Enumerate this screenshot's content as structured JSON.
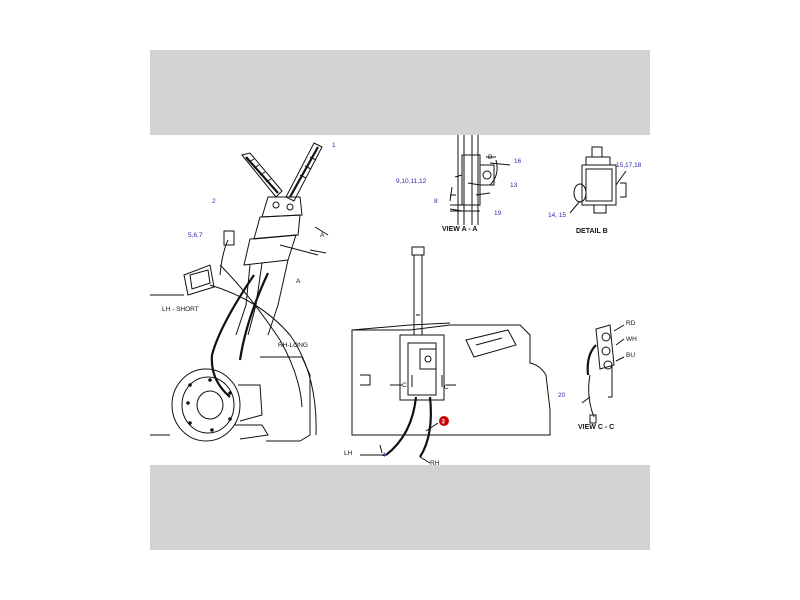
{
  "colors": {
    "band": "#d3d3d3",
    "callout_text": "#2a2aa8",
    "highlight_callout": "#cc0000"
  },
  "labels": {
    "lh_short": "LH - SHORT",
    "rh_long": "RH-LONG",
    "arrow_a1": "A",
    "arrow_a2": "A",
    "arrow_b": "B",
    "section_c1": "C",
    "section_c2": "C",
    "lh": "LH",
    "rh": "RH",
    "rd": "RD",
    "wh": "WH",
    "bu": "BU"
  },
  "views": {
    "view_aa": "VIEW  A - A",
    "detail_b": "DETAIL  B",
    "view_cc": "VIEW  C - C"
  },
  "callouts": {
    "c1": "1",
    "c2": "2",
    "c567": "5,6,7",
    "c9101112": "9,10,11,12",
    "c8": "8",
    "c16": "16",
    "c13": "13",
    "c19": "19",
    "c151718": "15,17,18",
    "c1415": "14, 15",
    "c4": "4",
    "c3": "3",
    "c20": "20"
  }
}
